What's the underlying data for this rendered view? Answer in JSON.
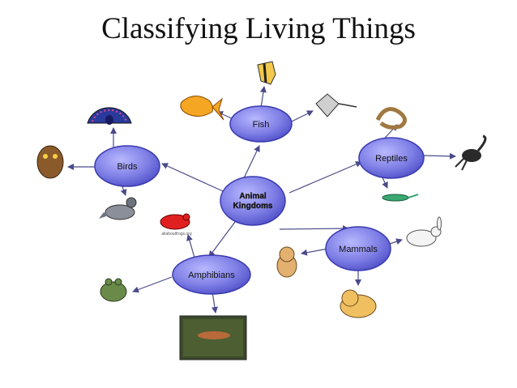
{
  "title": "Classifying Living Things",
  "center": {
    "line1": "Animal",
    "line2": "Kingdoms"
  },
  "nodes": {
    "fish": "Fish",
    "birds": "Birds",
    "reptiles": "Reptiles",
    "mammals": "Mammals",
    "amphibians": "Amphibians"
  },
  "credit": "allaboutfrogs.org",
  "colors": {
    "node_fill": "#7f7fe6",
    "node_stroke": "#3a3ab0",
    "arrow": "#4a4a8a"
  }
}
